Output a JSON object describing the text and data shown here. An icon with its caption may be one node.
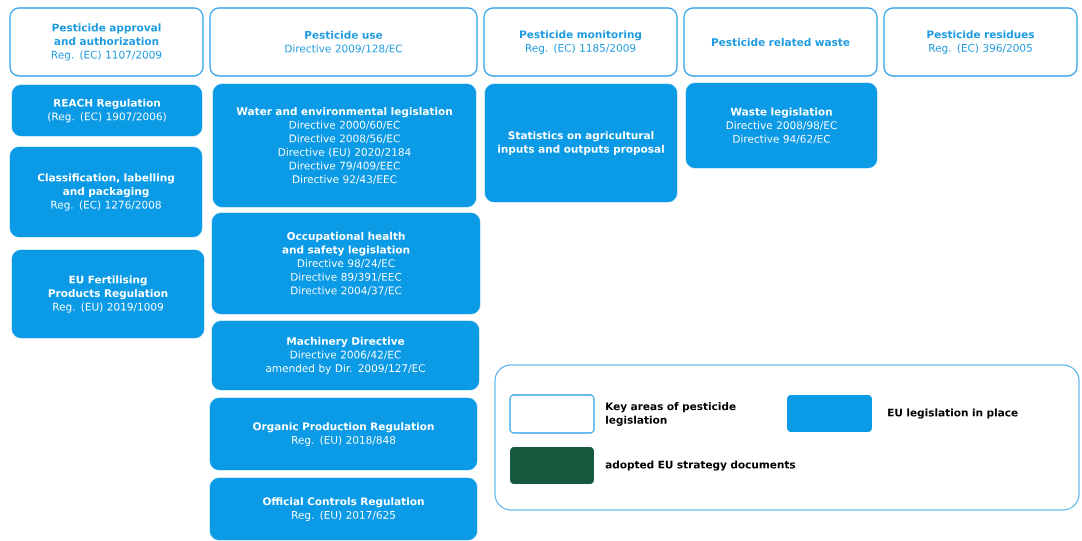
{
  "diagram": {
    "nodes": [
      {
        "text": [
          "Pesticide approval and authorization",
          "Reg. (EC) 1107/2009"
        ]
      },
      {
        "text": [
          "Pesticide use",
          "Directive 2009/128/EC"
        ]
      },
      {
        "text": [
          "Pesticide monitoring",
          "Reg. (EC) 1185/2009"
        ]
      },
      {
        "text": [
          "Pesticide related waste"
        ]
      },
      {
        "text": [
          "Pesticide residues",
          "Reg. (EC) 396/2005"
        ]
      },
      {
        "text": [
          "REACH Regulation",
          "(Reg. (EC) 1907/2006)"
        ]
      },
      {
        "text": [
          "Water and environmental legislation",
          "Directive 2000/60/EC",
          "Directive 2008/56/EC",
          "Directive (EU) 2020/2184",
          "Directive 79/409/EEC",
          "Directive 92/43/EEC"
        ]
      },
      {
        "text": [
          "Statistics on agricultural inputs and outputs proposal"
        ]
      },
      {
        "text": [
          "Waste legislation",
          "Directive 2008/98/EC",
          "Directive 94/62/EC"
        ]
      },
      {
        "text": [
          "Classification, labelling and packaging",
          "Reg. (EC) 1276/2008"
        ]
      },
      {
        "text": [
          "Occupational health and safety legislation",
          "Directive 98/24/EC",
          "Directive 89/391/EEC",
          "Directive 2004/37/EC"
        ]
      },
      {
        "text": [
          "EU Fertilising Products Regulation",
          "Reg. (EU) 2019/1009"
        ]
      },
      {
        "text": [
          "Machinery Directive",
          "Directive 2006/42/EC amended by Dir. 2009/127/EC"
        ]
      },
      {
        "text": [
          "Organic Production Regulation",
          "Reg. (EU) 2018/848"
        ]
      },
      {
        "text": [
          "Official Controls Regulation",
          "Reg. (EU) 2017/625"
        ]
      }
    ],
    "legend": [
      {
        "text": "Key areas of pesticide legislation"
      },
      {
        "text": "EU legislation in place",
        "color": "#0b9ae6"
      },
      {
        "text": "adopted EU strategy documents",
        "color": "#155a3e"
      }
    ]
  }
}
